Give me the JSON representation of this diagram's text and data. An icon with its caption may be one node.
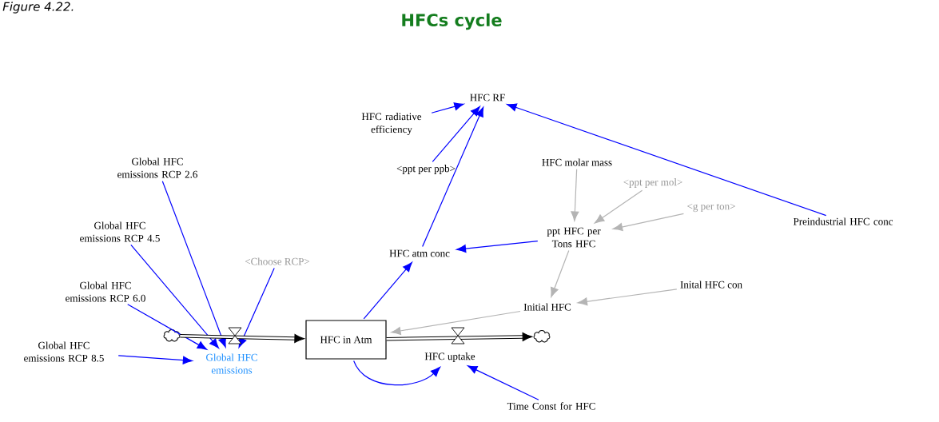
{
  "diagram": {
    "title": "HFCs cycle",
    "caption": "Figure 4.22.",
    "nodes": [
      {
        "text": [
          "HFC RF"
        ]
      },
      {
        "text": [
          "HFC radiative efficiency"
        ]
      },
      {
        "text": [
          "<ppt per ppb>"
        ]
      },
      {
        "text": [
          "Global HFC emissions RCP 2.6"
        ]
      },
      {
        "text": [
          "HFC molar mass"
        ]
      },
      {
        "text": [
          "<ppt per mol>"
        ]
      },
      {
        "text": [
          "<g per ton>"
        ]
      },
      {
        "text": [
          "Preindustrial HFC conc"
        ]
      },
      {
        "text": [
          "Global HFC emissions RCP 4.5"
        ]
      },
      {
        "text": [
          "<Choose RCP>"
        ]
      },
      {
        "text": [
          "ppt HFC per Tons HFC"
        ]
      },
      {
        "text": [
          "HFC atm conc"
        ]
      },
      {
        "text": [
          "Global HFC emissions RCP 6.0"
        ]
      },
      {
        "text": [
          "Inital HFC con"
        ]
      },
      {
        "text": [
          "Initial HFC"
        ]
      },
      {
        "text": [],
        "shape": "cloud"
      },
      {
        "text": [
          "HFC in Atm"
        ]
      },
      {
        "text": [],
        "shape": "cloud"
      },
      {
        "text": [
          "Global HFC emissions RCP 8.5"
        ]
      },
      {
        "text": [
          "Global HFC emissions"
        ]
      },
      {
        "text": [
          "HFC uptake"
        ]
      },
      {
        "text": [
          "Time Const for HFC"
        ]
      }
    ],
    "edges": [
      {
        "from": 1,
        "to": 0,
        "arrow": "to"
      },
      {
        "from": 2,
        "to": 0,
        "arrow": "to"
      },
      {
        "from": 11,
        "to": 0,
        "arrow": "to"
      },
      {
        "from": 7,
        "to": 0,
        "arrow": "to"
      },
      {
        "from": 4,
        "to": 10,
        "arrow": "to",
        "color": "#b4b4b4"
      },
      {
        "from": 5,
        "to": 10,
        "arrow": "to",
        "color": "#b4b4b4"
      },
      {
        "from": 6,
        "to": 10,
        "arrow": "to",
        "color": "#b4b4b4"
      },
      {
        "from": 10,
        "to": 11,
        "arrow": "to"
      },
      {
        "from": 10,
        "to": 14,
        "arrow": "to",
        "color": "#b4b4b4"
      },
      {
        "from": 13,
        "to": 14,
        "arrow": "to",
        "color": "#b4b4b4"
      },
      {
        "from": 14,
        "to": 16,
        "arrow": "to",
        "color": "#b4b4b4"
      },
      {
        "from": 16,
        "to": 11,
        "arrow": "to"
      },
      {
        "from": 3,
        "to": 19,
        "arrow": "to"
      },
      {
        "from": 8,
        "to": 19,
        "arrow": "to"
      },
      {
        "from": 12,
        "to": 19,
        "arrow": "to"
      },
      {
        "from": 18,
        "to": 19,
        "arrow": "to"
      },
      {
        "from": 9,
        "to": 19,
        "arrow": "to"
      },
      {
        "from": 15,
        "to": 16,
        "arrow": "to",
        "style": "thick",
        "color": "#000000"
      },
      {
        "from": 16,
        "to": 17,
        "arrow": "to",
        "style": "thick",
        "color": "#000000"
      },
      {
        "from": 16,
        "to": 20,
        "arrow": "to"
      },
      {
        "from": 21,
        "to": 20,
        "arrow": "to"
      }
    ]
  }
}
